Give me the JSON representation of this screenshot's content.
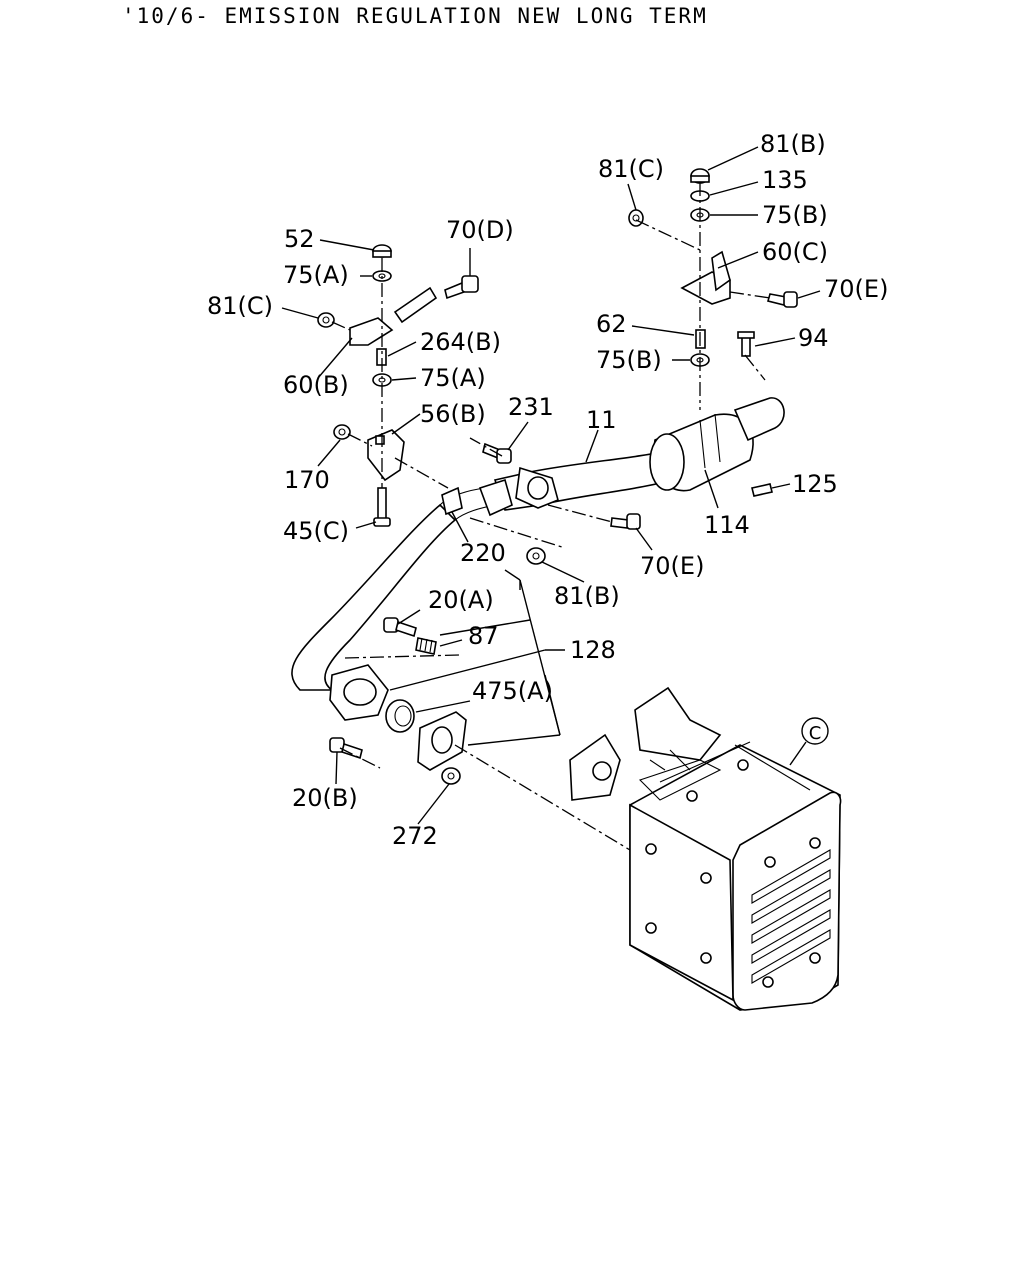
{
  "header": {
    "title": "'10/6- EMISSION REGULATION NEW LONG TERM"
  },
  "labels": {
    "l81b_top": "81(B)",
    "l81c_right": "81(C)",
    "l135": "135",
    "l75b_top": "75(B)",
    "l60c": "60(C)",
    "l70e_right": "70(E)",
    "l52": "52",
    "l70d": "70(D)",
    "l75a_upper": "75(A)",
    "l81c_left": "81(C)",
    "l264b": "264(B)",
    "l60b": "60(B)",
    "l75a_lower": "75(A)",
    "l62": "62",
    "l94": "94",
    "l75b_lower": "75(B)",
    "l56b": "56(B)",
    "l231": "231",
    "l11": "11",
    "l170": "170",
    "l125": "125",
    "l114": "114",
    "l45c": "45(C)",
    "l220": "220",
    "l70e_lower": "70(E)",
    "l81b_lower": "81(B)",
    "l20a": "20(A)",
    "l87": "87",
    "l128": "128",
    "l475a": "475(A)",
    "l20b": "20(B)",
    "l272": "272",
    "callout_c": "C"
  }
}
